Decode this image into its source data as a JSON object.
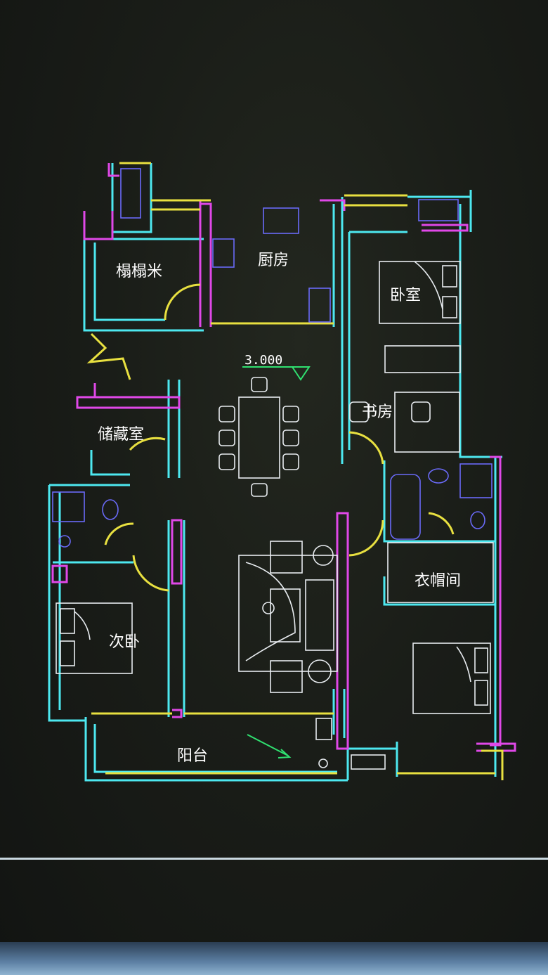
{
  "rooms": {
    "tatami": "榻榻米",
    "kitchen": "厨房",
    "master_bedroom": "卧室",
    "study": "书房",
    "storage": "储藏室",
    "second_bedroom": "次卧",
    "cloakroom": "衣帽间",
    "balcony": "阳台"
  },
  "annotations": {
    "elevation": "3.000"
  },
  "colors": {
    "wall_cyan": "#4de8f0",
    "wall_magenta": "#e048e8",
    "wall_yellow": "#e8e040",
    "fixture_blue": "#6a6af8",
    "furniture_white": "#e8ecf0",
    "arrow_green": "#30e070",
    "background": "#1a1d18"
  },
  "icons": [
    "dining-table-icon",
    "sofa-set-icon",
    "bed-icon",
    "bathtub-icon",
    "toilet-icon",
    "shower-icon",
    "stove-icon",
    "sink-icon",
    "elevation-marker-icon",
    "north-arrow-icon"
  ]
}
